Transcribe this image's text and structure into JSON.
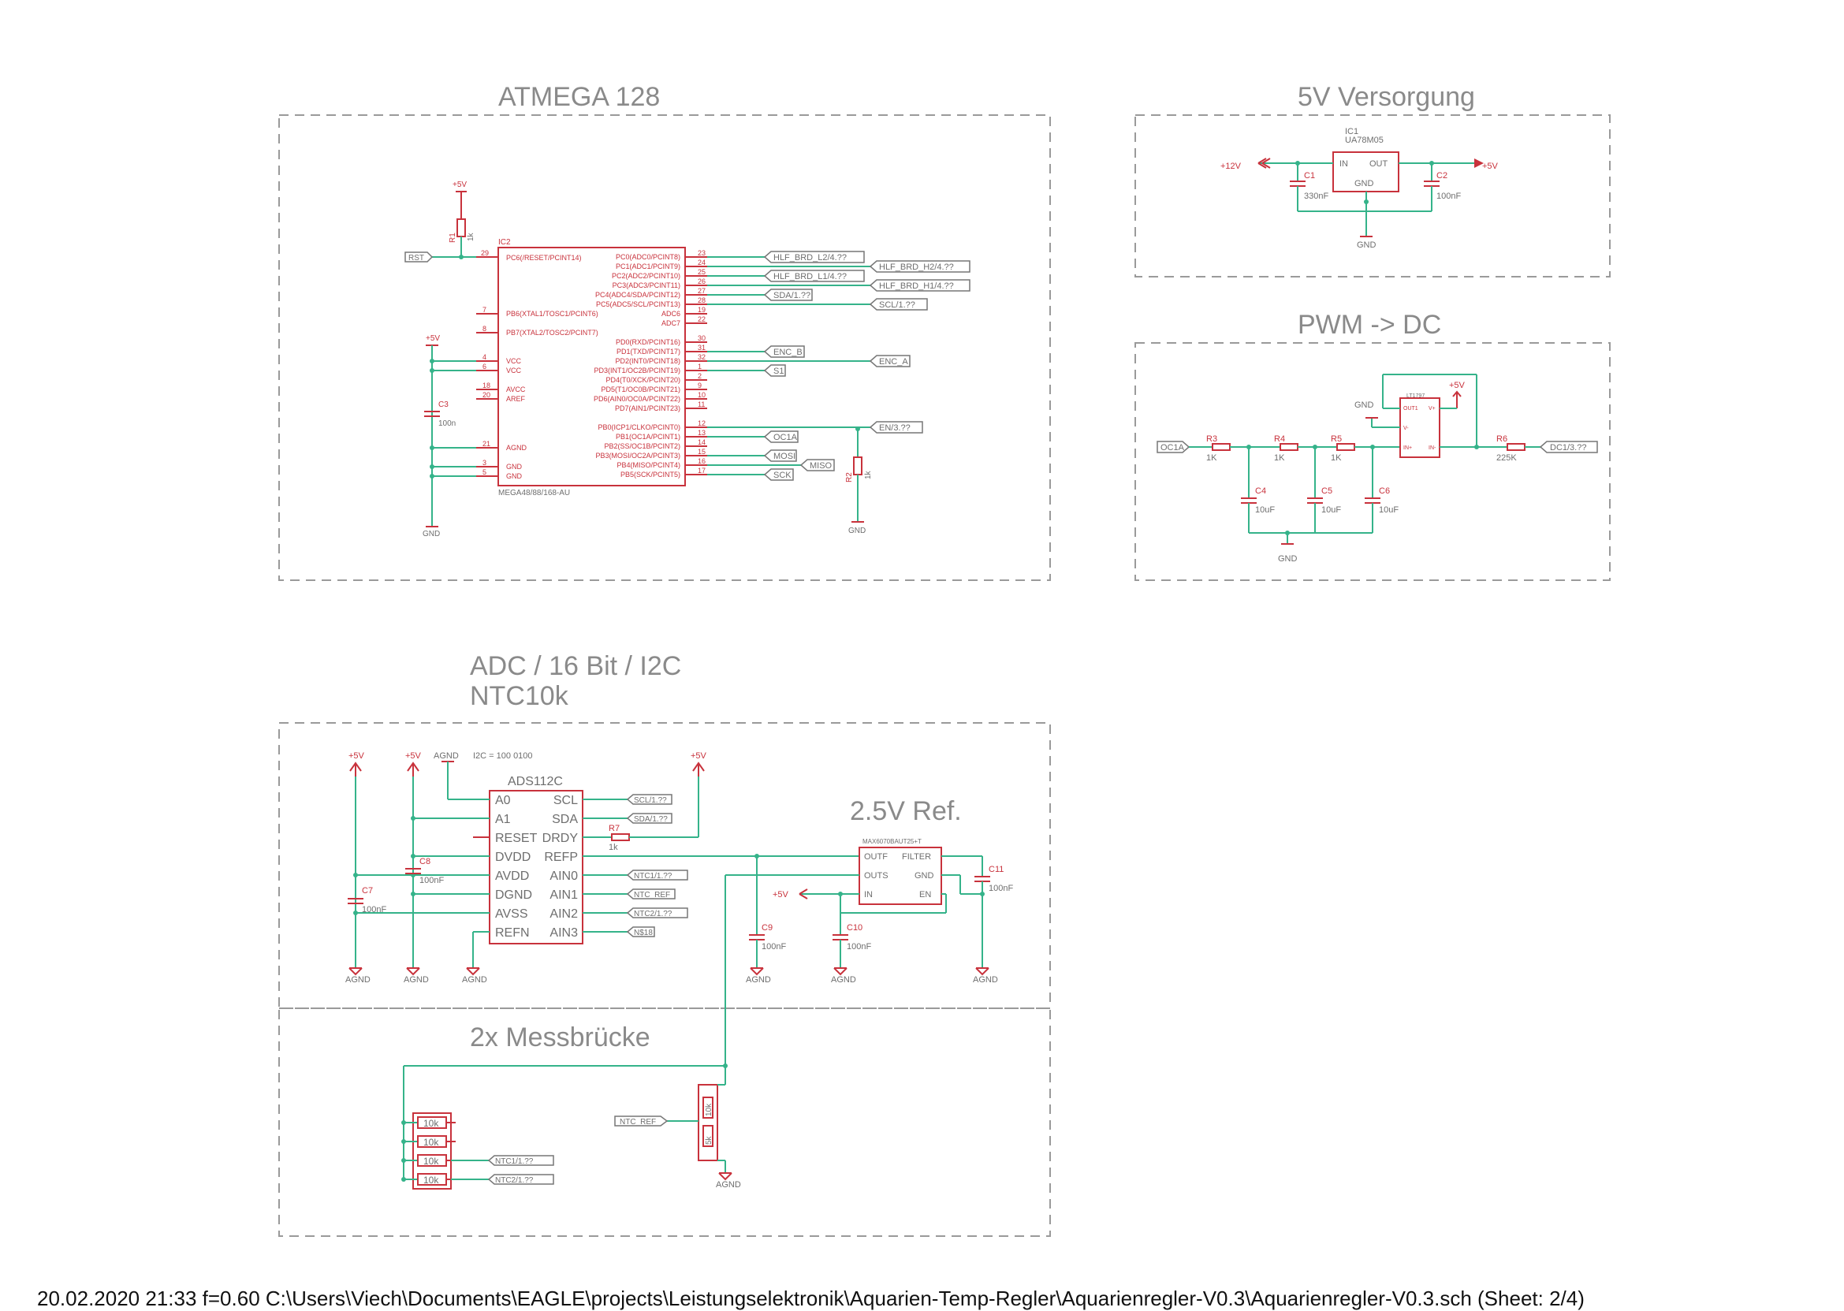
{
  "sections": {
    "atmega": "ATMEGA 128",
    "supply": "5V Versorgung",
    "pwm": "PWM -> DC",
    "adc_line1": "ADC / 16 Bit / I2C",
    "adc_line2": "NTC10k",
    "ref": "2.5V Ref.",
    "bridge": "2x Messbrücke"
  },
  "mcu": {
    "name": "IC2",
    "part": "MEGA48/88/168-AU",
    "reset_pin": "PC6(/RESET/PCINT14)",
    "reset_num": "29",
    "right_pins": [
      {
        "num": "23",
        "name": "PC0(ADC0/PCINT8)",
        "net": "HLF_BRD_L2/4.??"
      },
      {
        "num": "24",
        "name": "PC1(ADC1/PCINT9)",
        "net": "HLF_BRD_H2/4.??"
      },
      {
        "num": "25",
        "name": "PC2(ADC2/PCINT10)",
        "net": "HLF_BRD_L1/4.??"
      },
      {
        "num": "26",
        "name": "PC3(ADC3/PCINT11)",
        "net": "HLF_BRD_H1/4.??"
      },
      {
        "num": "27",
        "name": "PC4(ADC4/SDA/PCINT12)",
        "net": "SDA/1.??"
      },
      {
        "num": "28",
        "name": "PC5(ADC5/SCL/PCINT13)",
        "net": "SCL/1.??"
      },
      {
        "num": "19",
        "name": "ADC6",
        "net": ""
      },
      {
        "num": "22",
        "name": "ADC7",
        "net": ""
      },
      {
        "num": "30",
        "name": "PD0(RXD/PCINT16)",
        "net": ""
      },
      {
        "num": "31",
        "name": "PD1(TXD/PCINT17)",
        "net": "ENC_B"
      },
      {
        "num": "32",
        "name": "PD2(INT0/PCINT18)",
        "net": "ENC_A"
      },
      {
        "num": "1",
        "name": "PD3(INT1/OC2B/PCINT19)",
        "net": "S1"
      },
      {
        "num": "2",
        "name": "PD4(T0/XCK/PCINT20)",
        "net": ""
      },
      {
        "num": "9",
        "name": "PD5(T1/OC0B/PCINT21)",
        "net": ""
      },
      {
        "num": "10",
        "name": "PD6(AIN0/OC0A/PCINT22)",
        "net": ""
      },
      {
        "num": "11",
        "name": "PD7(AIN1/PCINT23)",
        "net": ""
      },
      {
        "num": "12",
        "name": "PB0(ICP1/CLKO/PCINT0)",
        "net": "EN/3.??"
      },
      {
        "num": "13",
        "name": "PB1(OC1A/PCINT1)",
        "net": "OC1A"
      },
      {
        "num": "14",
        "name": "PB2(SS/OC1B/PCINT2)",
        "net": ""
      },
      {
        "num": "15",
        "name": "PB3(MOSI/OC2A/PCINT3)",
        "net": "MOSI"
      },
      {
        "num": "16",
        "name": "PB4(MISO/PCINT4)",
        "net": "MISO"
      },
      {
        "num": "17",
        "name": "PB5(SCK/PCINT5)",
        "net": "SCK"
      }
    ],
    "left_pins": [
      {
        "num": "7",
        "name": "PB6(XTAL1/TOSC1/PCINT6)"
      },
      {
        "num": "8",
        "name": "PB7(XTAL2/TOSC2/PCINT7)"
      },
      {
        "num": "4",
        "name": "VCC"
      },
      {
        "num": "6",
        "name": "VCC"
      },
      {
        "num": "18",
        "name": "AVCC"
      },
      {
        "num": "20",
        "name": "AREF"
      },
      {
        "num": "21",
        "name": "AGND"
      },
      {
        "num": "3",
        "name": "GND"
      },
      {
        "num": "5",
        "name": "GND"
      }
    ],
    "rst_label": "RST",
    "r1": "R1",
    "r1_val": "1k",
    "r2": "R2",
    "r2_val": "1k",
    "c3": "C3",
    "c3_val": "100n",
    "vcc": "+5V",
    "gnd": "GND"
  },
  "supply": {
    "ic": "IC1",
    "part": "UA78M05",
    "in": "IN",
    "out": "OUT",
    "gnd_pin": "GND",
    "vin": "+12V",
    "vout": "+5V",
    "c1": "C1",
    "c1_val": "330nF",
    "c2": "C2",
    "c2_val": "100nF",
    "gnd": "GND"
  },
  "pwm": {
    "input": "OC1A",
    "output": "DC1/3.??",
    "opamp": "LT1797",
    "out1": "OUT1",
    "vplus": "V+",
    "vminus": "V-",
    "inp": "IN+",
    "inn": "IN-",
    "vcc": "+5V",
    "gnd_top": "GND",
    "gnd": "GND",
    "r3": "R3",
    "r3_val": "1K",
    "r4": "R4",
    "r4_val": "1K",
    "r5": "R5",
    "r5_val": "1K",
    "r6": "R6",
    "r6_val": "225K",
    "c4": "C4",
    "c4_val": "10uF",
    "c5": "C5",
    "c5_val": "10uF",
    "c6": "C6",
    "c6_val": "10uF"
  },
  "adc": {
    "part": "ADS112C",
    "i2c": "I2C = 100 0100",
    "left": [
      "A0",
      "A1",
      "RESET",
      "DVDD",
      "AVDD",
      "DGND",
      "AVSS",
      "REFN"
    ],
    "right": [
      "SCL",
      "SDA",
      "DRDY",
      "REFP",
      "AIN0",
      "AIN1",
      "AIN2",
      "AIN3"
    ],
    "nets": [
      "SCL/1.??",
      "SDA/1.??",
      "NTC1/1.??",
      "NTC_REF",
      "NTC2/1.??",
      "N$18"
    ],
    "r7": "R7",
    "r7_val": "1k",
    "c7": "C7",
    "c7_val": "100nF",
    "c8": "C8",
    "c8_val": "100nF",
    "vcc": "+5V",
    "agnd": "AGND"
  },
  "ref": {
    "part": "MAX6070BAUT25+T",
    "outf": "OUTF",
    "filter": "FILTER",
    "outs": "OUTS",
    "gnd_pin": "GND",
    "in": "IN",
    "en": "EN",
    "vcc": "+5V",
    "c9": "C9",
    "c9_val": "100nF",
    "c10": "C10",
    "c10_val": "100nF",
    "c11": "C11",
    "c11_val": "100nF",
    "agnd": "AGND"
  },
  "bridge": {
    "res": [
      "10k",
      "10k",
      "10k",
      "10k"
    ],
    "nets": [
      "NTC1/1.??",
      "NTC2/1.??"
    ],
    "pot_net": "NTC_REF",
    "pot1": "10k",
    "pot2": "5k",
    "agnd": "AGND"
  },
  "footer": "20.02.2020 21:33  f=0.60  C:\\Users\\Viech\\Documents\\EAGLE\\projects\\Leistungselektronik\\Aquarien-Temp-Regler\\Aquarienregler-V0.3\\Aquarienregler-V0.3.sch (Sheet: 2/4)"
}
